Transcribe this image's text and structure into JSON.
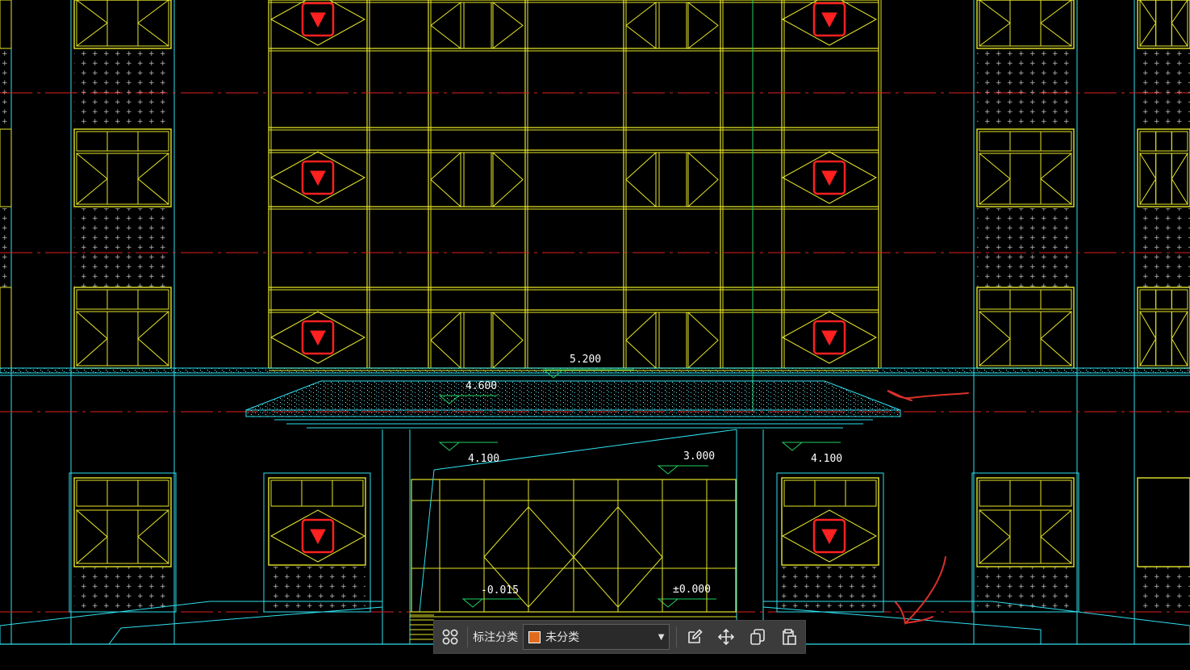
{
  "drawing": {
    "elevation_labels": [
      "5.200",
      "4.600",
      "4.100",
      "3.000",
      "4.100",
      "-0.015",
      "±0.000"
    ],
    "colors": {
      "background": "#000000",
      "window_lines": "#e6e62a",
      "structure_lines": "#2fe0ee",
      "axis_lines": "#e02020",
      "marker": "#ff2020",
      "annotation": "#d9312b",
      "section_line": "#20d060"
    }
  },
  "toolbar": {
    "group_icon": "grid-icon",
    "category_label": "标注分类",
    "category_value": "未分类",
    "category_color": "#e06c1b",
    "actions": [
      "edit-icon",
      "move-icon",
      "copy-icon",
      "paste-icon"
    ]
  }
}
